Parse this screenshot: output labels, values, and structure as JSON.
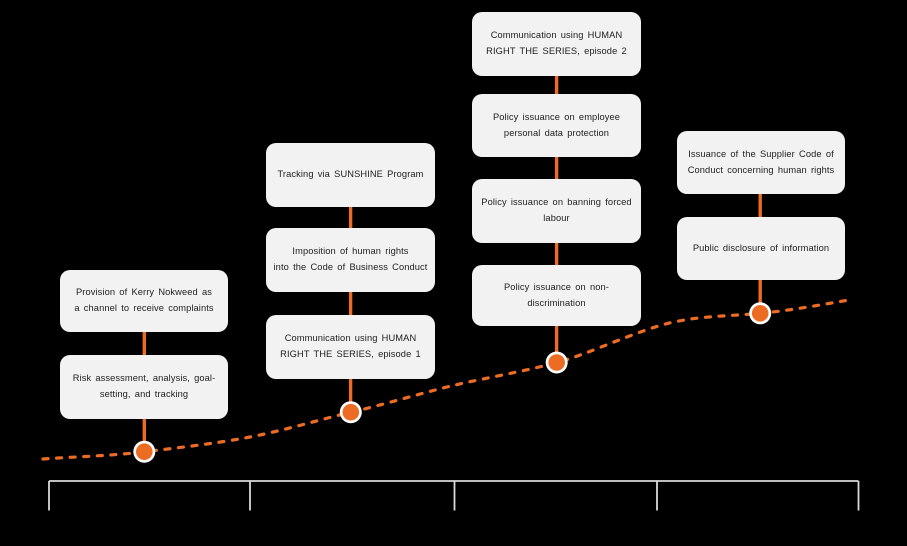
{
  "diagram": {
    "type": "timeline-roadmap",
    "theme": {
      "background": "#000000",
      "accent_orange": "#ED6C24",
      "card_background": "#F2F2F2",
      "card_text_color": "#1E1E1E",
      "axis_color": "#D9D9D9",
      "dot_ring_color": "#FFFFFF"
    },
    "axis": {
      "tick_count": 5,
      "segment_count": 4,
      "labels_visible": false
    },
    "milestone_count": 4
  },
  "cards": {
    "c1_provision": "Provision of Kerry Nokweed as\na channel to receive complaints",
    "c1_risk": "Risk assessment, analysis, goal-\nsetting, and tracking",
    "c2_tracking": "Tracking via SUNSHINE Program",
    "c2_imposition": "Imposition of human rights\ninto the Code of Business Conduct",
    "c2_comm1": "Communication using HUMAN\nRIGHT THE SERIES, episode 1",
    "c3_comm2": "Communication using HUMAN\nRIGHT THE SERIES, episode 2",
    "c3_data": "Policy issuance on employee\npersonal data protection",
    "c3_forced": "Policy issuance on banning forced\nlabour",
    "c3_nondisc": "Policy issuance on non-\ndiscrimination",
    "c4_supplier": "Issuance of the Supplier Code of\nConduct concerning human rights",
    "c4_disclosure": "Public disclosure of information"
  }
}
